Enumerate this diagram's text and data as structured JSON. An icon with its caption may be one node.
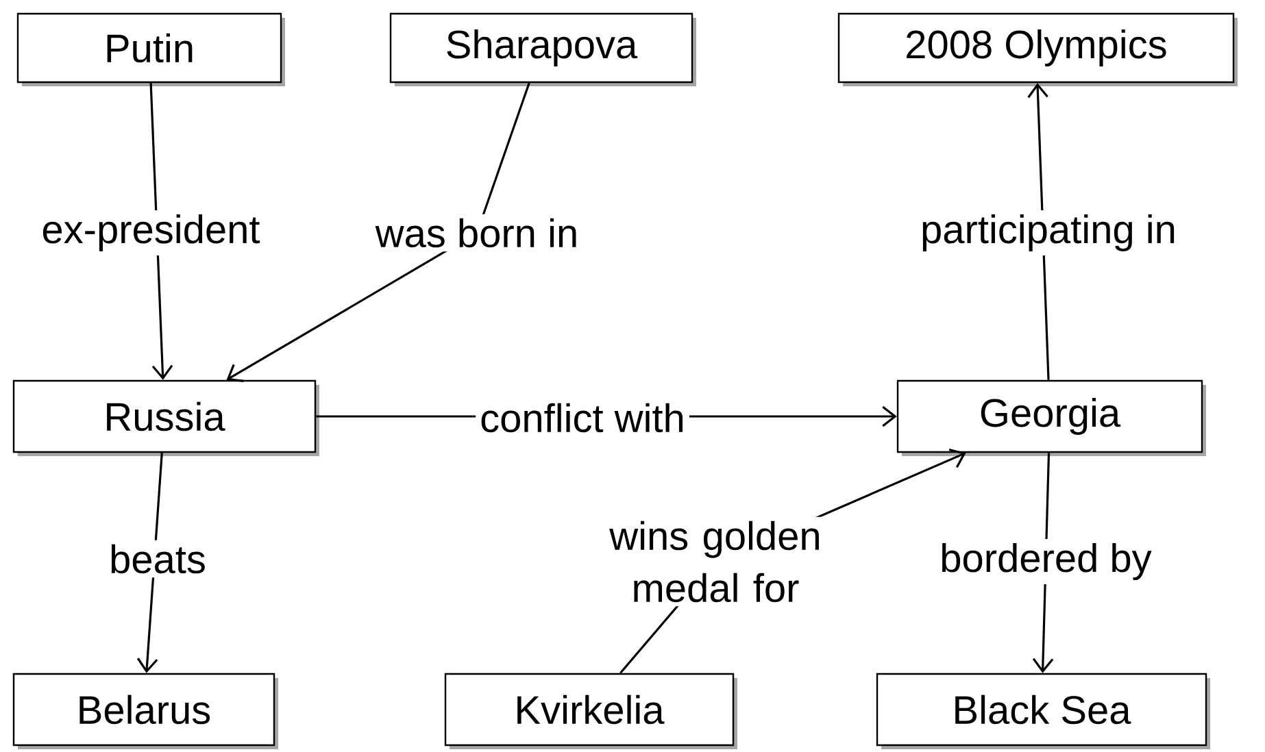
{
  "diagram": {
    "nodes": [
      {
        "text": [
          "Putin"
        ]
      },
      {
        "text": [
          "Sharapova"
        ]
      },
      {
        "text": [
          "2008 Olympics"
        ]
      },
      {
        "text": [
          "Russia"
        ]
      },
      {
        "text": [
          "Georgia"
        ]
      },
      {
        "text": [
          "Belarus"
        ]
      },
      {
        "text": [
          "Kvirkelia"
        ]
      },
      {
        "text": [
          "Black Sea"
        ]
      }
    ],
    "edges": [
      {
        "from": 0,
        "to": 3,
        "arrow": "to",
        "label": "ex-president"
      },
      {
        "from": 1,
        "to": 3,
        "arrow": "to",
        "label": "was born in"
      },
      {
        "from": 4,
        "to": 2,
        "arrow": "to",
        "label": "participating in"
      },
      {
        "from": 3,
        "to": 4,
        "arrow": "to",
        "label": "conflict with"
      },
      {
        "from": 3,
        "to": 5,
        "arrow": "to",
        "label": "beats"
      },
      {
        "from": 6,
        "to": 4,
        "arrow": "to",
        "label": "wins golden medal for"
      },
      {
        "from": 4,
        "to": 7,
        "arrow": "to",
        "label": "bordered by"
      }
    ]
  }
}
